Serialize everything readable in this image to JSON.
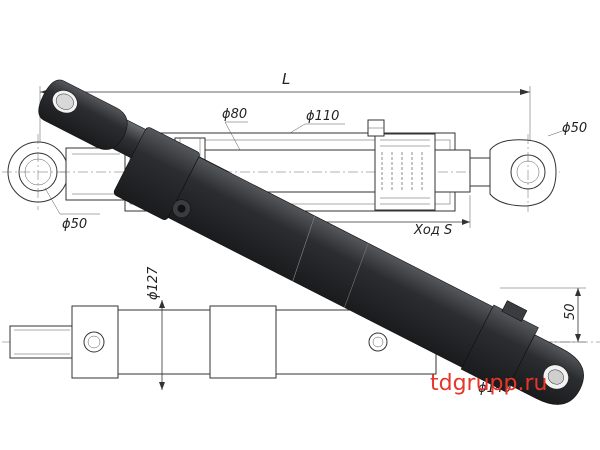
{
  "dimensions": {
    "length": "L",
    "rod_diameter": "ϕ80",
    "bore_diameter": "ϕ110",
    "pin_left": "ϕ50",
    "pin_right": "ϕ50",
    "stroke": "Ход S",
    "outer_diameter": "ϕ127",
    "eye_offset": "50",
    "tube_diameter": "ϕ140"
  },
  "watermark": "tdgrupp.ru",
  "colors": {
    "body": "#2b2d30",
    "body_highlight": "#55585c",
    "watermark": "#e8352a"
  }
}
